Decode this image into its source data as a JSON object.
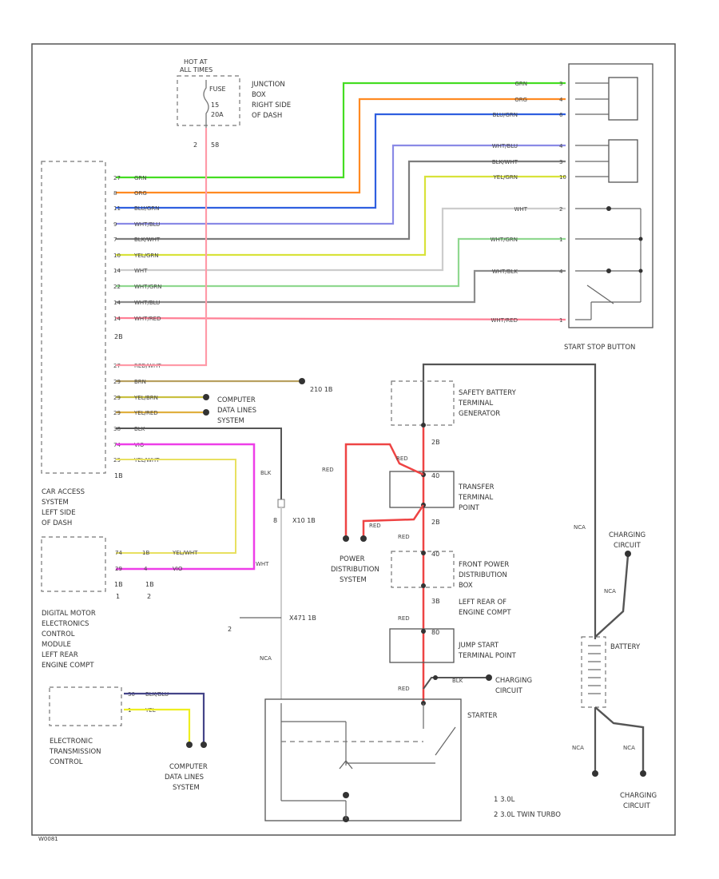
{
  "labels": {
    "hot_at": "HOT AT",
    "all_times": "ALL TIMES",
    "fuse": "FUSE",
    "fuse_num": "15",
    "fuse_amp": "20A",
    "junction_box": [
      "JUNCTION",
      "BOX",
      "RIGHT SIDE",
      "OF DASH"
    ],
    "fuse_pins": [
      "2",
      "58"
    ],
    "start_stop_button": "START STOP BUTTON",
    "car_access": [
      "CAR ACCESS",
      "SYSTEM",
      "LEFT SIDE",
      "OF DASH"
    ],
    "cas_pin_2b": "2B",
    "cas_pin_1b": "1B",
    "splice_210": "210 1B",
    "computer_data_lines": [
      "COMPUTER",
      "DATA LINES",
      "SYSTEM"
    ],
    "safety_battery": [
      "SAFETY BATTERY",
      "TERMINAL",
      "GENERATOR"
    ],
    "transfer_terminal": [
      "TRANSFER",
      "TERMINAL",
      "POINT"
    ],
    "power_distribution": [
      "POWER",
      "DISTRIBUTION",
      "SYSTEM"
    ],
    "front_power": [
      "FRONT POWER",
      "DISTRIBUTION",
      "BOX",
      "LEFT REAR OF",
      "ENGINE COMPT"
    ],
    "jump_start": [
      "JUMP START",
      "TERMINAL POINT"
    ],
    "charging_circuit": [
      "CHARGING",
      "CIRCUIT"
    ],
    "battery": "BATTERY",
    "starter": "STARTER",
    "dme": [
      "DIGITAL MOTOR",
      "ELECTRONICS",
      "CONTROL",
      "MODULE",
      "LEFT REAR",
      "ENGINE COMPT"
    ],
    "transmission": [
      "ELECTRONIC",
      "TRANSMISSION",
      "CONTROL"
    ],
    "computer_data_lines_2": [
      "COMPUTER",
      "DATA LINES",
      "SYSTEM"
    ],
    "splice_x10": "X10 1B",
    "splice_x471": "X471 1B",
    "pin_2": "2",
    "pin_1": "1",
    "pin_8": "8",
    "dme_pins_bottom": [
      "1B",
      "1B",
      "1",
      "2"
    ],
    "dme_pin_nums": [
      "74",
      "1B",
      "29",
      "4"
    ],
    "dme_colors": [
      "YEL/WHT",
      "VIO"
    ],
    "tcu_pins": [
      "30",
      "1"
    ],
    "tcu_colors": [
      "BLK/BLU",
      "YEL"
    ],
    "fpdb_pins": [
      "40",
      "3B"
    ],
    "jump_pin": "80",
    "tp_pins": [
      "40",
      "2B"
    ],
    "sb_pin": "2B",
    "legend_1": "1   3.0L",
    "legend_2": "2   3.0L TWIN TURBO",
    "corner_code": "W0081"
  },
  "colors": {
    "grn": "#44dd22",
    "org": "#ff8a22",
    "blugrn": "#2f5fe0",
    "wht_blu": "#8a8ae6",
    "blk_wht": "#7d7d7d",
    "yel_grn": "#d8e23a",
    "wht": "#cccccc",
    "wht_grn": "#90d890",
    "wht_blk": "#8c8c8c",
    "wht_red": "#ff7f95",
    "red_wht": "#ff9aa8",
    "brn": "#b8a060",
    "yel_brn": "#c9c040",
    "yel_red": "#e0b040",
    "blk": "#555555",
    "vio": "#ee3ee8",
    "yel_wht": "#e8e060",
    "red": "#ee4444",
    "yel": "#eeee20",
    "blk_blu": "#444488"
  },
  "wires": [
    {
      "pin": "27",
      "cas_label": "GRN",
      "btn_label": "GRN",
      "btn_pin": "3",
      "color": "grn"
    },
    {
      "pin": "8",
      "cas_label": "ORG",
      "btn_label": "ORG",
      "btn_pin": "4",
      "color": "org"
    },
    {
      "pin": "11",
      "cas_label": "BLU/GRN",
      "btn_label": "BLU/GRN",
      "btn_pin": "6",
      "color": "blugrn"
    },
    {
      "pin": "9",
      "cas_label": "WHT/BLU",
      "btn_label": "WHT/BLU",
      "btn_pin": "4",
      "color": "wht_blu"
    },
    {
      "pin": "7",
      "cas_label": "BLK/WHT",
      "btn_label": "BLK/WHT",
      "btn_pin": "3",
      "color": "blk_wht"
    },
    {
      "pin": "10",
      "cas_label": "YEL/GRN",
      "btn_label": "YEL/GRN",
      "btn_pin": "10",
      "color": "yel_grn"
    },
    {
      "pin": "14",
      "cas_label": "WHT",
      "btn_label": "WHT",
      "btn_pin": "2",
      "color": "wht"
    },
    {
      "pin": "22",
      "cas_label": "WHT/GRN",
      "btn_label": "WHT/GRN",
      "btn_pin": "1",
      "color": "wht_grn"
    },
    {
      "pin": "14",
      "cas_label": "WHT/BLU",
      "btn_label": "WHT/BLK",
      "btn_pin": "4",
      "color": "wht_blk"
    },
    {
      "pin": "14",
      "cas_label": "WHT/RED",
      "btn_label": "WHT/RED",
      "btn_pin": "1",
      "color": "wht_red"
    }
  ],
  "lower_wires": [
    {
      "pin": "27",
      "label": "RED/WHT",
      "color": "red_wht"
    },
    {
      "pin": "29",
      "label": "BRN",
      "color": "brn"
    },
    {
      "pin": "29",
      "label": "YEL/BRN",
      "color": "yel_brn"
    },
    {
      "pin": "29",
      "label": "YEL/RED",
      "color": "yel_red"
    },
    {
      "pin": "38",
      "label": "BLK",
      "color": "blk"
    },
    {
      "pin": "74",
      "label": "VIO",
      "color": "vio"
    },
    {
      "pin": "29",
      "label": "YEL/WHT",
      "color": "yel_wht"
    }
  ],
  "red_labels": {
    "red": "RED",
    "blk": "BLK",
    "wht": "WHT",
    "nca": "NCA"
  }
}
